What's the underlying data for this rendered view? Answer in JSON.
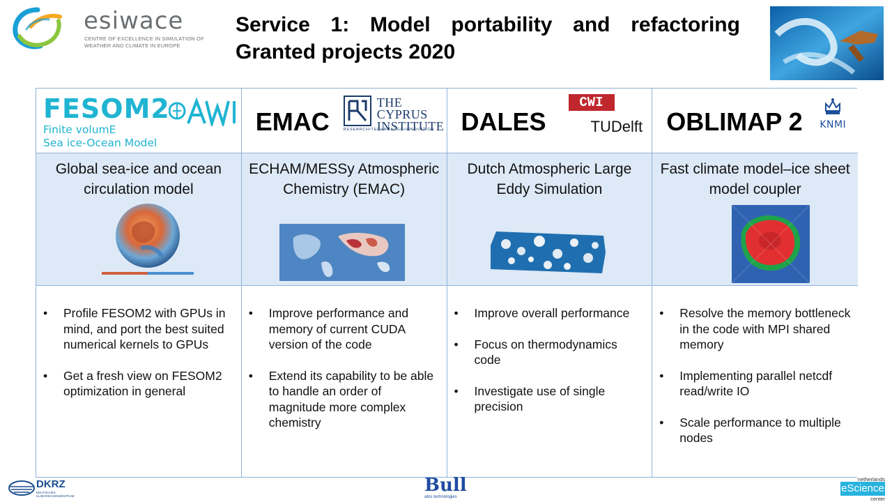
{
  "header": {
    "logo": {
      "word": "esiwace",
      "subtitle": "CENTRE OF EXCELLENCE IN SIMULATION OF WEATHER AND CLIMATE IN EUROPE",
      "colors": [
        "#1a9fd6",
        "#8cc63f",
        "#f7a823"
      ]
    },
    "title_words": [
      "Service",
      "1:",
      "Model",
      "portability",
      "and",
      "refactoring"
    ],
    "title_line2": "Granted projects 2020"
  },
  "projects": [
    {
      "logo_text": "FESOM2",
      "logo_sub1": "Finite volumE",
      "logo_sub2": "Sea ice-Ocean Model",
      "partner": "AWI",
      "description": "Global sea-ice and ocean circulation model",
      "bullets": [
        "Profile FESOM2 with GPUs in mind, and port the best suited numerical kernels to GPUs",
        "Get a fresh view on FESOM2 optimization in general"
      ]
    },
    {
      "name": "EMAC",
      "partner_name": "THE CYPRUS INSTITUTE",
      "partner_tag": "RESEARCH•TECHNOLOGY•INNOVATION",
      "description": "ECHAM/MESSy Atmospheric Chemistry (EMAC)",
      "bullets": [
        "Improve performance and memory of current CUDA version of the code",
        "Extend its capability to be able to handle an order of magnitude more complex chemistry"
      ]
    },
    {
      "name": "DALES",
      "partner_cwi": "CWI",
      "partner_tu": "TUDelft",
      "description": "Dutch Atmospheric Large Eddy Simulation",
      "bullets": [
        "Improve overall performance",
        "Focus on thermodynamics code",
        "Investigate use of single precision"
      ]
    },
    {
      "name": "OBLIMAP 2",
      "partner": "KNMI",
      "description": "Fast climate model–ice sheet model coupler",
      "bullets": [
        "Resolve the memory bottleneck in the code with MPI shared memory",
        "Implementing parallel netcdf read/write IO",
        "Scale performance to multiple nodes"
      ]
    }
  ],
  "footer": {
    "dkrz": "DKRZ",
    "dkrz_sub": "DEUTSCHES KLIMARECHENZENTRUM",
    "bull": "Bull",
    "bull_sub": "atos technologies",
    "nlesc_top": "netherlands",
    "nlesc_mid": "eScience",
    "nlesc_bot": "center"
  },
  "colors": {
    "grid_border": "#8fb3d9",
    "desc_bg": "#dde9f6",
    "fesom_cyan": "#1fb4d2",
    "cwi_red": "#c0272d"
  }
}
